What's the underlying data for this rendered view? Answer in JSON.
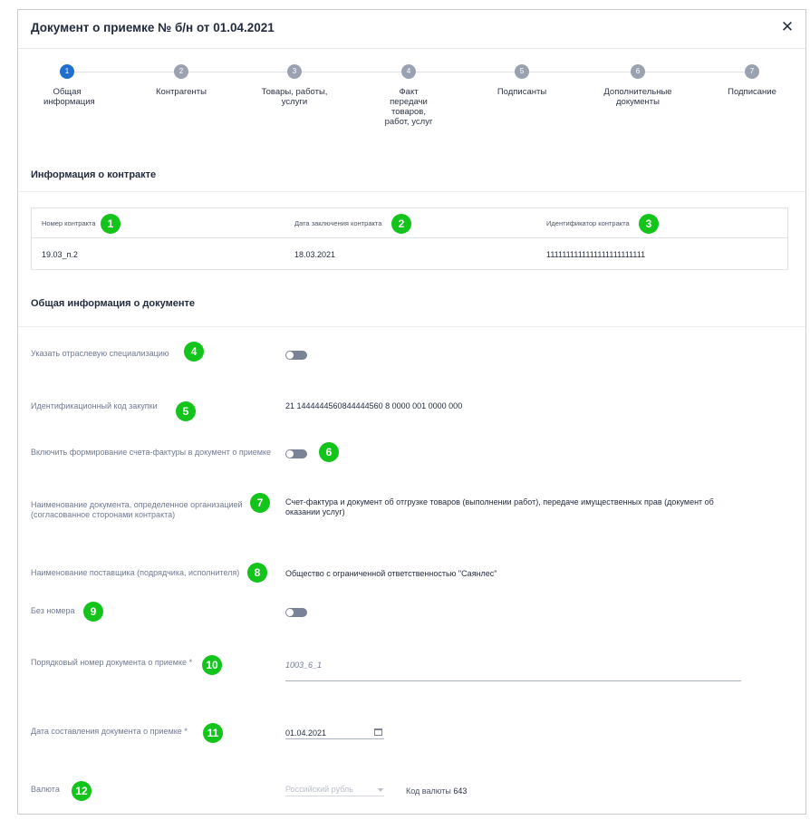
{
  "dialog": {
    "title": "Документ о приемке № б/н от 01.04.2021",
    "close_label": "✕"
  },
  "steps": [
    {
      "num": "1",
      "label": "Общая информация",
      "active": true
    },
    {
      "num": "2",
      "label": "Контрагенты",
      "active": false
    },
    {
      "num": "3",
      "label": "Товары, работы, услуги",
      "active": false
    },
    {
      "num": "4",
      "label": "Факт передачи товаров, работ, услуг",
      "active": false
    },
    {
      "num": "5",
      "label": "Подписанты",
      "active": false
    },
    {
      "num": "6",
      "label": "Дополнительные документы",
      "active": false
    },
    {
      "num": "7",
      "label": "Подписание",
      "active": false
    }
  ],
  "contract": {
    "section_title": "Информация о контракте",
    "columns": [
      "Номер контракта",
      "Дата заключения контракта",
      "Идентификатор контракта"
    ],
    "values": [
      "19.03_п.2",
      "18.03.2021",
      "1111111111111111111111111"
    ]
  },
  "general": {
    "section_title": "Общая информация о документе",
    "industry_label": "Указать отраслевую специализацию",
    "purchase_code_label": "Идентификационный код закупки",
    "purchase_code_value": "21 1444444560844444560 8 0000 001 0000 000",
    "invoice_label": "Включить формирование счета-фактуры в документ о приемке",
    "doc_name_label": "Наименование документа, определенное организацией (согласованное сторонами контракта)",
    "doc_name_value": "Счет-фактура и документ об отгрузке товаров (выполнении работ), передаче имущественных прав (документ об оказании услуг)",
    "supplier_label": "Наименование поставщика (подрядчика, исполнителя)",
    "supplier_value": "Общество с ограниченной ответственностью \"Саянлес\"",
    "no_number_label": "Без номера",
    "serial_label": "Порядковый номер документа о приемке",
    "serial_value": "1003_6_1",
    "date_label": "Дата составления документа о приемке",
    "date_value": "01.04.2021",
    "required_mark": "*",
    "currency_label": "Валюта",
    "currency_value": "Российский рубль",
    "currency_code_label": "Код валюты",
    "currency_code_value": "643"
  },
  "badges": [
    "1",
    "2",
    "3",
    "4",
    "5",
    "6",
    "7",
    "8",
    "9",
    "10",
    "11",
    "12"
  ],
  "colors": {
    "accent": "#1f6fd1",
    "step_inactive": "#9aa2b2",
    "badge": "#13c41a",
    "toggle_off": "#7a8396"
  }
}
